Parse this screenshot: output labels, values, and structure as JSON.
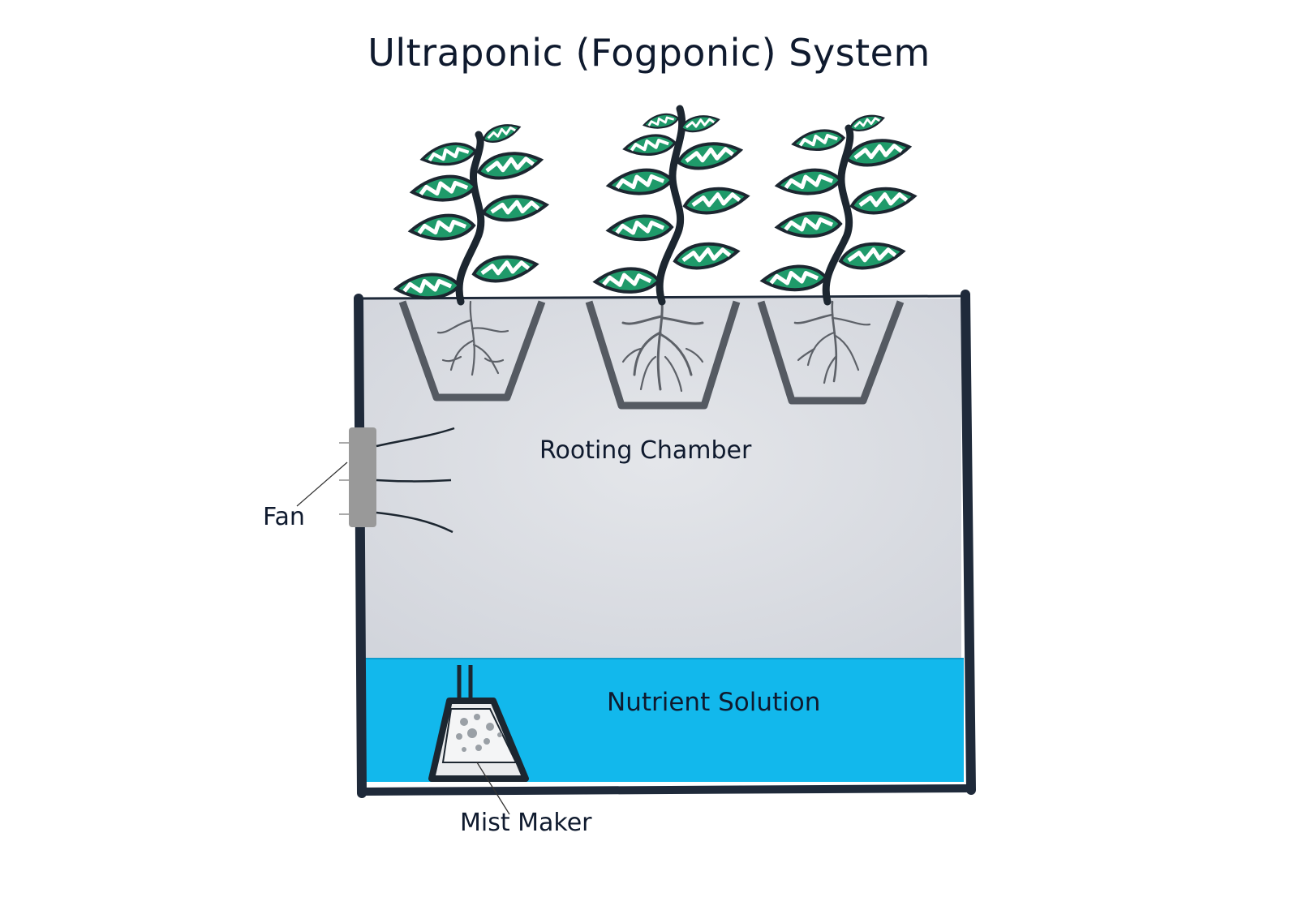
{
  "title": "Ultraponic (Fogponic) System",
  "labels": {
    "rooting_chamber": "Rooting Chamber",
    "nutrient_solution": "Nutrient Solution",
    "fan": "Fan",
    "mist_maker": "Mist Maker"
  },
  "colors": {
    "chamber_fog": "#d9dce2",
    "nutrient_water": "#12b8ec",
    "tank_outline": "#1f2a3a",
    "leaf_green": "#1f9a6a",
    "stem": "#1c2630",
    "fan_body": "#999999",
    "text": "#0f1a2e"
  },
  "icons": [
    "plant-icon",
    "net-pot-icon",
    "roots-icon",
    "fan-icon",
    "mist-maker-icon"
  ]
}
